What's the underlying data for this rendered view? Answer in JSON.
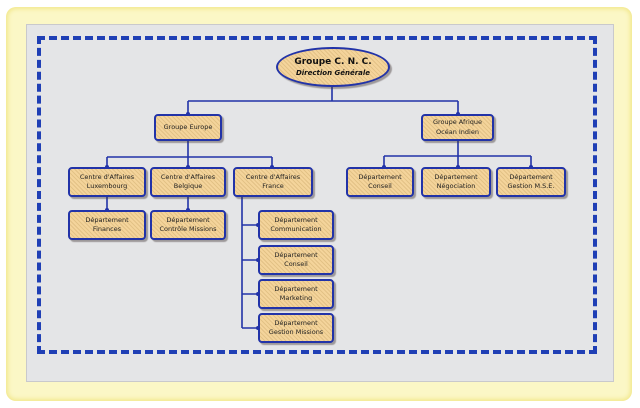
{
  "org_chart": {
    "root": {
      "line1": "Groupe C. N. C.",
      "line2": "Direction Générale"
    },
    "europe": "Groupe Europe",
    "afrique": {
      "line1": "Groupe Afrique",
      "line2": "Océan Indien"
    },
    "lux": {
      "line1": "Centre d'Affaires",
      "line2": "Luxembourg"
    },
    "bel": {
      "line1": "Centre d'Affaires",
      "line2": "Belgique"
    },
    "fra": {
      "line1": "Centre d'Affaires",
      "line2": "France"
    },
    "lux_fin": {
      "line1": "Département",
      "line2": "Finances"
    },
    "bel_ctrl": {
      "line1": "Département",
      "line2": "Contrôle Missions"
    },
    "fra_comm": {
      "line1": "Département",
      "line2": "Communication"
    },
    "fra_conseil": {
      "line1": "Département",
      "line2": "Conseil"
    },
    "fra_mkt": {
      "line1": "Département",
      "line2": "Marketing"
    },
    "fra_gest": {
      "line1": "Département",
      "line2": "Gestion Missions"
    },
    "af_conseil": {
      "line1": "Département",
      "line2": "Conseil"
    },
    "af_nego": {
      "line1": "Département",
      "line2": "Négociation"
    },
    "af_mse": {
      "line1": "Département",
      "line2": "Gestion M.S.E."
    }
  },
  "colors": {
    "border": "#2233a8",
    "box_fill": "#f4d49b",
    "dashed_border": "#1f3fb5",
    "outer_frame": "#fbf7c6",
    "panel": "#e4e5e7"
  }
}
